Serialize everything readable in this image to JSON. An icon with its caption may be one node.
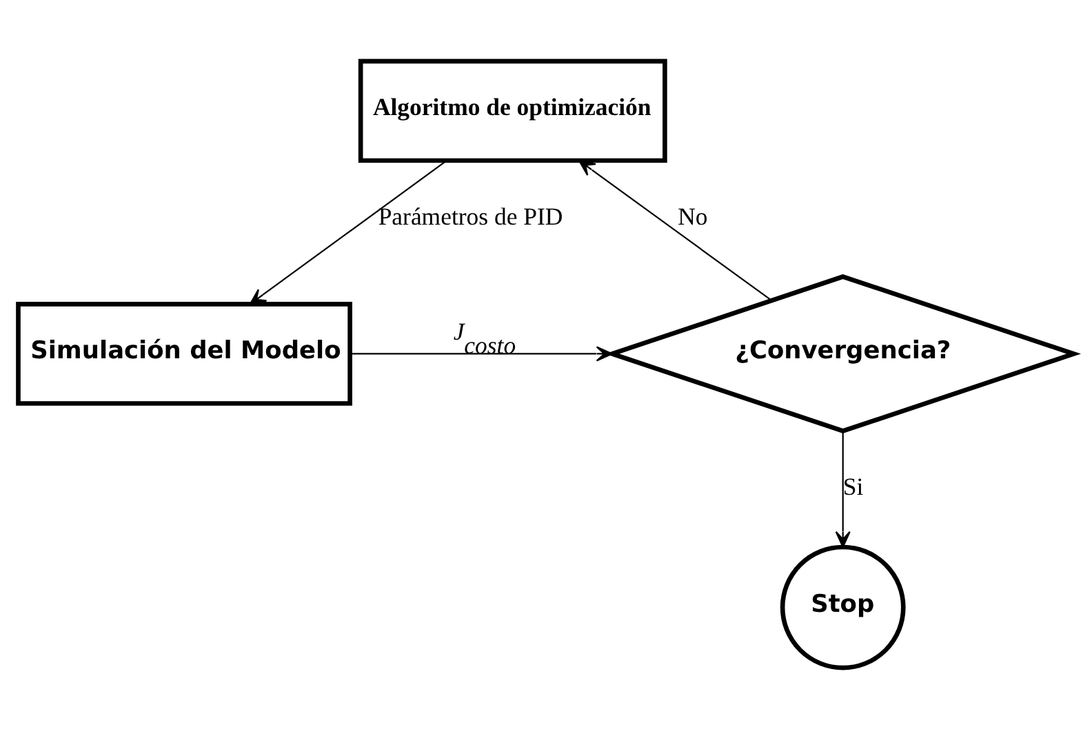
{
  "diagram": {
    "nodes": [
      {
        "text": [
          "Algoritmo de optimización"
        ]
      },
      {
        "text": [
          "Simulación del Modelo"
        ]
      },
      {
        "text": [
          "¿Convergencia?"
        ]
      },
      {
        "text": [
          "Stop"
        ]
      }
    ],
    "edges": [
      {
        "from": 0,
        "to": 1,
        "arrow": "to",
        "label": "Parámetros de PID"
      },
      {
        "from": 1,
        "to": 2,
        "arrow": "to",
        "label": "*J*$_{costo}$"
      },
      {
        "from": 2,
        "to": 0,
        "arrow": "to",
        "label": "No"
      },
      {
        "from": 2,
        "to": 3,
        "arrow": "to",
        "label": "Si"
      }
    ]
  }
}
